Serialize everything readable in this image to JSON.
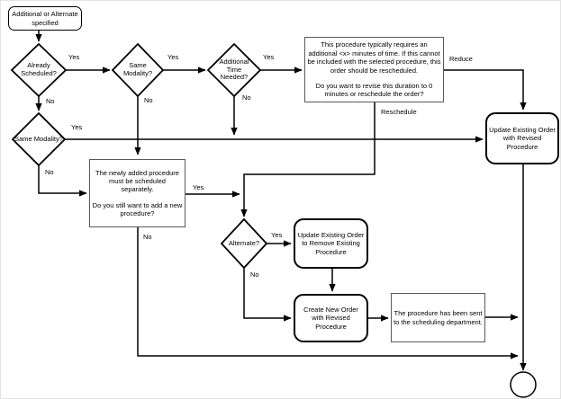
{
  "diagram": {
    "type": "flowchart",
    "background_color": "#ffffff",
    "line_color": "#000000",
    "message_border_color": "#595959",
    "nodes": [
      {
        "id": "start",
        "shape": "rounded-rect",
        "label": "Additional or Alternate specified"
      },
      {
        "id": "already-scheduled",
        "shape": "decision",
        "label": "Already Scheduled?"
      },
      {
        "id": "same-modality-top",
        "shape": "decision",
        "label": "Same Modality?"
      },
      {
        "id": "additional-time-needed",
        "shape": "decision",
        "label": "Additional Time Needed?"
      },
      {
        "id": "revise-duration-message",
        "shape": "rect",
        "label_para1": "This procedure typically requires an additional <x> minutes of time. If this cannot be included with the selected procedure, this order should be rescheduled.",
        "label_para2": "Do you want to revise this duration to 0 minutes or reschedule the order?"
      },
      {
        "id": "same-modality-left",
        "shape": "decision",
        "label": "Same Modality?"
      },
      {
        "id": "schedule-separately-message",
        "shape": "rect",
        "label_para1": "The newly added procedure must be scheduled separately.",
        "label_para2": "Do you still want to add a new procedure?"
      },
      {
        "id": "alternate",
        "shape": "decision",
        "label": "Alternate?"
      },
      {
        "id": "update-order-remove-existing",
        "shape": "rounded-rect",
        "label": "Update Existing Order to Remove Existing Procedure"
      },
      {
        "id": "create-new-order",
        "shape": "rounded-rect",
        "label": "Create New Order with Revised Procedure"
      },
      {
        "id": "sent-to-scheduling-message",
        "shape": "rect",
        "label": "The procedure has been sent to the scheduling department."
      },
      {
        "id": "update-order-revised-procedure",
        "shape": "rounded-rect",
        "label": "Update Existing Order with Revised Procedure"
      },
      {
        "id": "end",
        "shape": "terminator-circle",
        "label": ""
      }
    ],
    "edges": [
      {
        "from": "start",
        "to": "already-scheduled",
        "label": ""
      },
      {
        "from": "already-scheduled",
        "to": "same-modality-top",
        "label": "Yes"
      },
      {
        "from": "already-scheduled",
        "to": "same-modality-left",
        "label": "No"
      },
      {
        "from": "same-modality-top",
        "to": "additional-time-needed",
        "label": "Yes"
      },
      {
        "from": "same-modality-top",
        "to": "schedule-separately-message",
        "label": "No"
      },
      {
        "from": "additional-time-needed",
        "to": "revise-duration-message",
        "label": "Yes"
      },
      {
        "from": "additional-time-needed",
        "to": "update-order-revised-procedure",
        "label": "No"
      },
      {
        "from": "same-modality-left",
        "to": "update-order-revised-procedure",
        "label": "Yes"
      },
      {
        "from": "same-modality-left",
        "to": "schedule-separately-message",
        "label": "No"
      },
      {
        "from": "revise-duration-message",
        "to": "update-order-revised-procedure",
        "label": "Reduce"
      },
      {
        "from": "revise-duration-message",
        "to": "alternate",
        "label": "Reschedule"
      },
      {
        "from": "schedule-separately-message",
        "to": "alternate",
        "label": "Yes"
      },
      {
        "from": "schedule-separately-message",
        "to": "end",
        "label": "No"
      },
      {
        "from": "alternate",
        "to": "update-order-remove-existing",
        "label": "Yes"
      },
      {
        "from": "alternate",
        "to": "create-new-order",
        "label": "No"
      },
      {
        "from": "update-order-remove-existing",
        "to": "create-new-order",
        "label": ""
      },
      {
        "from": "create-new-order",
        "to": "sent-to-scheduling-message",
        "label": ""
      },
      {
        "from": "sent-to-scheduling-message",
        "to": "end",
        "label": ""
      },
      {
        "from": "update-order-revised-procedure",
        "to": "end",
        "label": ""
      }
    ]
  }
}
